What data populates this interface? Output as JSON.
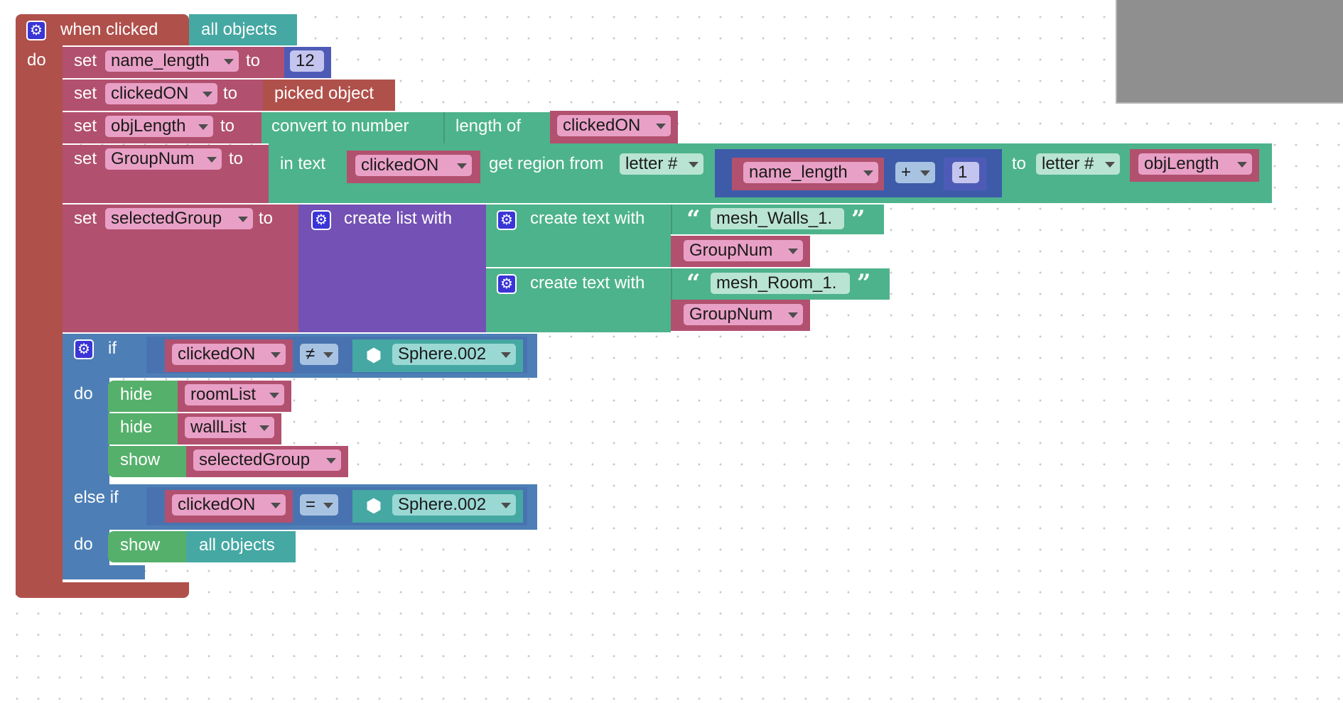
{
  "event": {
    "label": "when clicked",
    "target": "all objects",
    "do": "do"
  },
  "kw": {
    "set": "set",
    "to": "to",
    "if": "if",
    "else_if": "else if",
    "do": "do",
    "hide": "hide",
    "show": "show"
  },
  "vars": {
    "name_length": "name_length",
    "clickedON": "clickedON",
    "objLength": "objLength",
    "GroupNum": "GroupNum",
    "selectedGroup": "selectedGroup",
    "roomList": "roomList",
    "wallList": "wallList"
  },
  "values": {
    "name_length_value": "12",
    "picked_object": "picked object",
    "one": "1",
    "sphere": "Sphere.002",
    "all_objects": "all objects"
  },
  "ops": {
    "convert": "convert to number",
    "length_of": "length of",
    "in_text": "in text",
    "get_region": "get region from",
    "letter_num": "letter #",
    "to_letter": "to",
    "plus": "+",
    "neq": "≠",
    "eq": "=",
    "create_list": "create list with",
    "create_text": "create text with"
  },
  "strings": {
    "walls": "mesh_Walls_1.",
    "room": "mesh_Room_1."
  },
  "quotes": {
    "open": "“",
    "close": "”"
  },
  "icons": {
    "gear": "gear-icon",
    "cube": "cube-icon"
  },
  "colors": {
    "event": "#b0504b",
    "variable": "#b2506f",
    "text": "#4db38c",
    "object": "#45a8a3",
    "list": "#7451b4",
    "logic": "#4d7fb6",
    "math": "#3d5ba9",
    "visibility": "#55b06b"
  }
}
